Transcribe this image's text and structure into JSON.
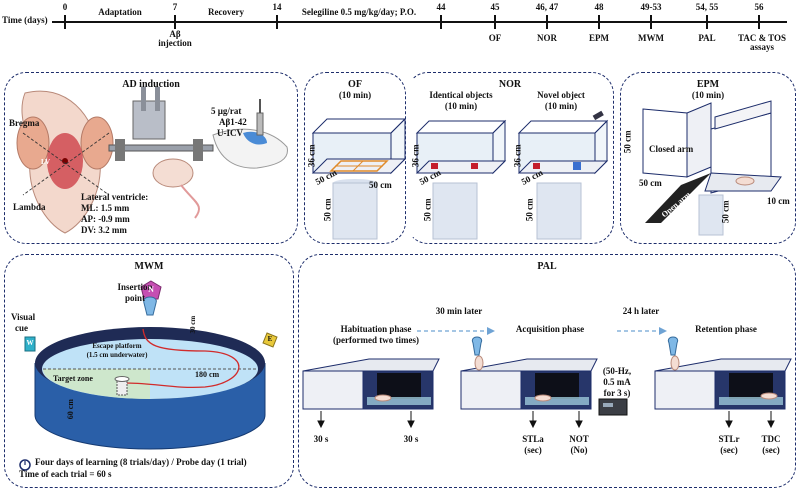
{
  "timeline": {
    "axis_label": "Time (days)",
    "ticks": [
      {
        "day": "0",
        "below": ""
      },
      {
        "day": "7",
        "below": "Aβ\ninjection"
      },
      {
        "day": "14",
        "below": ""
      },
      {
        "day": "44",
        "below": ""
      },
      {
        "day": "45",
        "below": "OF"
      },
      {
        "day": "46, 47",
        "below": "NOR"
      },
      {
        "day": "48",
        "below": "EPM"
      },
      {
        "day": "49-53",
        "below": "MWM"
      },
      {
        "day": "54, 55",
        "below": "PAL"
      },
      {
        "day": "56",
        "below": "TAC & TOS\nassays"
      }
    ],
    "phases": [
      "Adaptation",
      "Recovery",
      "Selegiline 0.5 mg/kg/day; P.O."
    ]
  },
  "ad": {
    "title": "AD induction",
    "bregma": "Bregma",
    "lambda": "Lambda",
    "lv_mark": "LV",
    "lateral": "Lateral ventricle:",
    "coords": [
      "ML: 1.5 mm",
      "AP: -0.9 mm",
      "DV: 3.2 mm"
    ],
    "dose": [
      "5 µg/rat",
      "Aβ1-42",
      "U-ICV"
    ]
  },
  "of": {
    "title": "OF",
    "duration": "(10 min)",
    "dims": {
      "h": "36 cm",
      "w": "50 cm",
      "d": "50 cm",
      "stand": "50 cm"
    }
  },
  "nor": {
    "title": "NOR",
    "identical": "Identical objects",
    "novel": "Novel object",
    "duration": "(10 min)",
    "dims": {
      "h": "36 cm",
      "w": "50 cm",
      "stand": "50 cm"
    }
  },
  "epm": {
    "title": "EPM",
    "duration": "(10 min)",
    "closed": "Closed arm",
    "open": "Open arm",
    "dims": {
      "arm_h": "50 cm",
      "arm_len": "50 cm",
      "stand": "50 cm",
      "width": "10 cm"
    }
  },
  "mwm": {
    "title": "MWM",
    "insertion": [
      "Insertion",
      "point"
    ],
    "insertion_mark": "N",
    "visual_cue": [
      "Visual",
      "cue"
    ],
    "cue_marks": [
      "W",
      "E"
    ],
    "platform": [
      "Escape platform",
      "(1.5 cm underwater)"
    ],
    "target": "Target zone",
    "dims": {
      "wall": "30 cm",
      "diameter": "180 cm",
      "depth": "60 cm"
    },
    "footer": [
      "Four days of learning (8 trials/day) / Probe day (1 trial)",
      "Time of each trial = 60 s"
    ]
  },
  "pal": {
    "title": "PAL",
    "phases": [
      "Habituation phase",
      "Acquisition phase",
      "Retention phase"
    ],
    "habituation_note": "(performed two times)",
    "arrow1": "30 min later",
    "arrow2": "24 h later",
    "shock": [
      "(50-Hz,",
      "0.5 mA",
      "for 3 s)"
    ],
    "measures": [
      "30 s",
      "30 s",
      "STLa",
      "(sec)",
      "NOT",
      "(No)",
      "STLr",
      "(sec)",
      "TDC",
      "(sec)"
    ]
  }
}
